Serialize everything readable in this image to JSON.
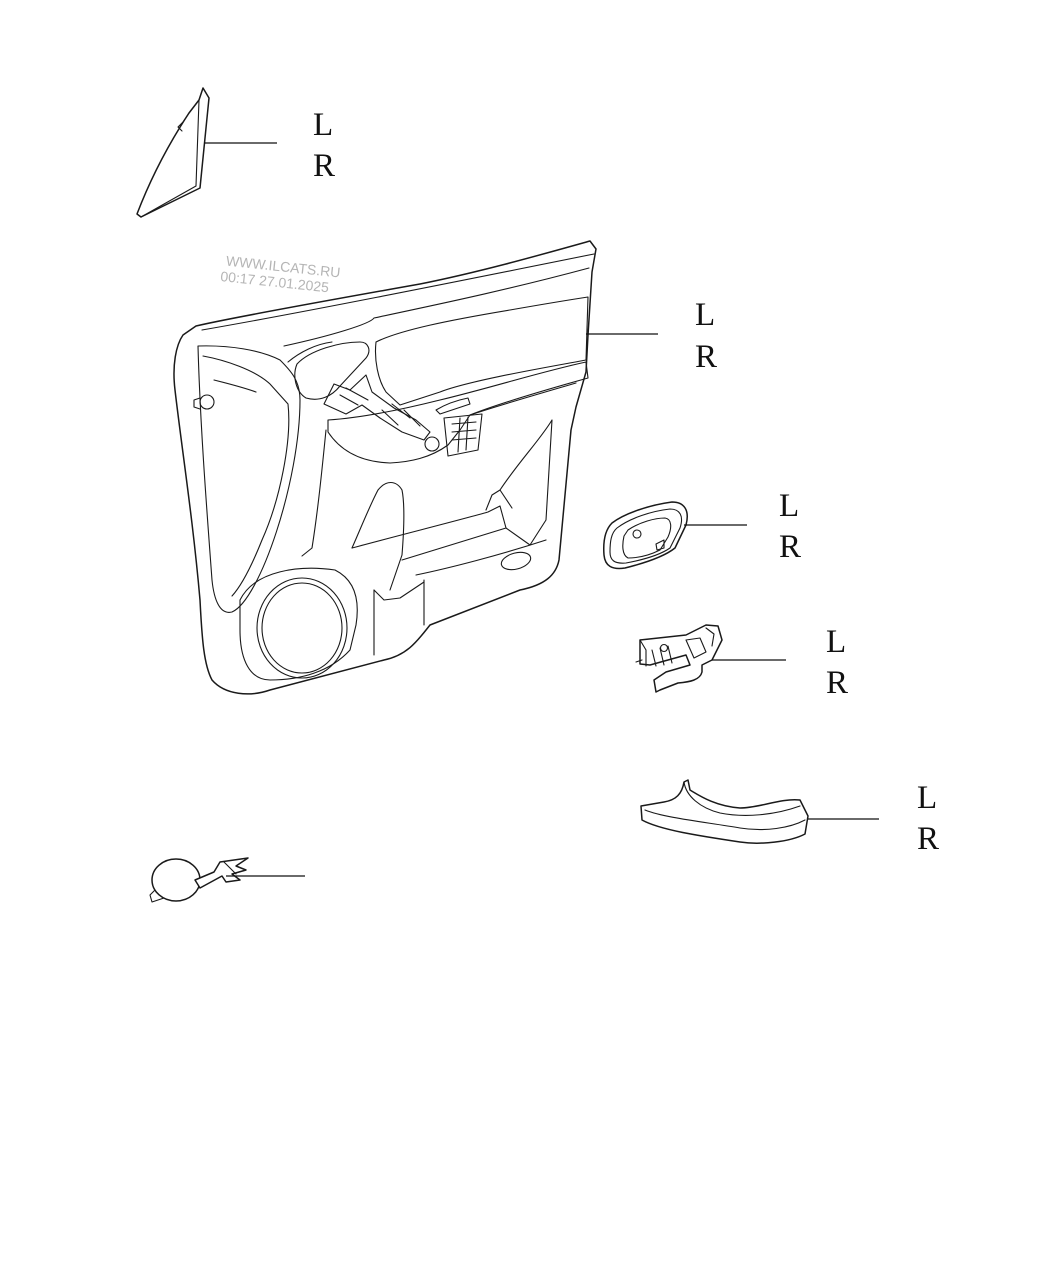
{
  "watermark": {
    "site": "WWW.ILCATS.RU",
    "timestamp": "00:17 27.01.2025"
  },
  "callouts": [
    {
      "part": "mirror-corner-trim",
      "left_label": "L",
      "right_label": "R"
    },
    {
      "part": "door-trim-panel",
      "left_label": "L",
      "right_label": "R"
    },
    {
      "part": "inner-handle-bezel",
      "left_label": "L",
      "right_label": "R"
    },
    {
      "part": "inner-door-handle",
      "left_label": "L",
      "right_label": "R"
    },
    {
      "part": "armrest-pull-handle",
      "left_label": "L",
      "right_label": "R"
    },
    {
      "part": "hole-cap-clip"
    }
  ]
}
